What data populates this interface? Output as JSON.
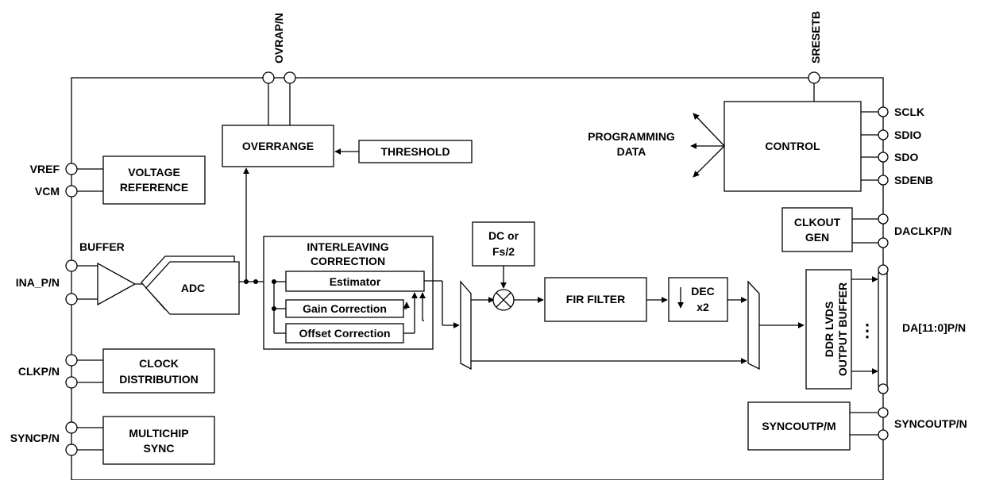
{
  "diagram": {
    "top_pins": {
      "ovrap": "OVRAP/N",
      "sresetb": "SRESETB"
    },
    "left_pins": {
      "vref": "VREF",
      "vcm": "VCM",
      "ina": "INA_P/N",
      "clk": "CLKP/N",
      "sync": "SYNCP/N"
    },
    "right_pins": {
      "sclk": "SCLK",
      "sdio": "SDIO",
      "sdo": "SDO",
      "sdenb": "SDENB",
      "daclk": "DACLKP/N",
      "data_out": "DA[11:0]P/N",
      "syncout": "SYNCOUTP/N"
    },
    "blocks": {
      "overrange": "OVERRANGE",
      "threshold": "THRESHOLD",
      "voltage_ref_line1": "VOLTAGE",
      "voltage_ref_line2": "REFERENCE",
      "buffer": "BUFFER",
      "adc": "ADC",
      "interleaving_line1": "INTERLEAVING",
      "interleaving_line2": "CORRECTION",
      "estimator": "Estimator",
      "gain_correction": "Gain Correction",
      "offset_correction": "Offset Correction",
      "nco_line1": "DC or",
      "nco_line2": "Fs/2",
      "fir_filter": "FIR FILTER",
      "dec_line1": "DEC",
      "dec_line2": "x2",
      "clock_dist_line1": "CLOCK",
      "clock_dist_line2": "DISTRIBUTION",
      "multichip_line1": "MULTICHIP",
      "multichip_line2": "SYNC",
      "programming_line1": "PROGRAMMING",
      "programming_line2": "DATA",
      "control": "CONTROL",
      "clkout_line1": "CLKOUT",
      "clkout_line2": "GEN",
      "lvds_line1": "DDR LVDS",
      "lvds_line2": "OUTPUT BUFFER",
      "syncoutpm": "SYNCOUTP/M",
      "ellipsis": "⋮"
    }
  }
}
